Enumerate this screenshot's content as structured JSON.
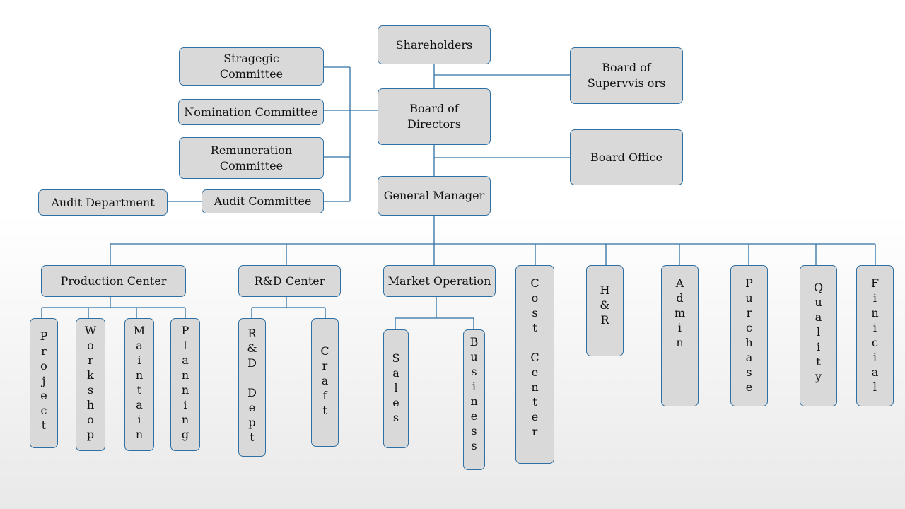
{
  "nodes": {
    "shareholders": "Shareholders",
    "board_of_supervisors": "Board of\nSupervvis ors",
    "board_of_directors": "Board of\nDirectors",
    "board_office": "Board Office",
    "general_manager": "General Manager",
    "strategic_committee": "Stragegic\nCommittee",
    "nomination_committee": "Nomination Committee",
    "remuneration_committee": "Remuneration\nCommittee",
    "audit_committee": "Audit Committee",
    "audit_department": "Audit Department",
    "production_center": "Production Center",
    "rd_center": "R&D Center",
    "market_operation": "Market Operation",
    "project": "P\nr\no\nj\ne\nc\nt",
    "workshop": "W\no\nr\nk\ns\nh\no\np",
    "maintain": "M\na\ni\nn\nt\na\ni\nn",
    "planning": "P\nl\na\nn\nn\ni\nn\ng",
    "rd_dept": "R\n&\nD\n\nD\ne\np\nt",
    "craft": "\nC\nr\na\nf\nt",
    "sales": "\nS\na\nl\ne\ns",
    "business": "B\nu\ns\ni\nn\ne\ns\ns",
    "cost_center": "C\no\ns\nt\n\nC\ne\nn\nt\ne\nr",
    "hr": "H\n&\nR",
    "admin": "A\nd\nm\ni\nn",
    "purchase": "P\nu\nr\nc\nh\na\ns\ne",
    "quality": "Q\nu\na\nl\ni\nt\ny",
    "finicial": "F\ni\nn\ni\nc\ni\na\nl"
  },
  "colors": {
    "box_fill": "#d9d9d9",
    "border": "#2f6fa3",
    "line": "#2f6fa3"
  }
}
